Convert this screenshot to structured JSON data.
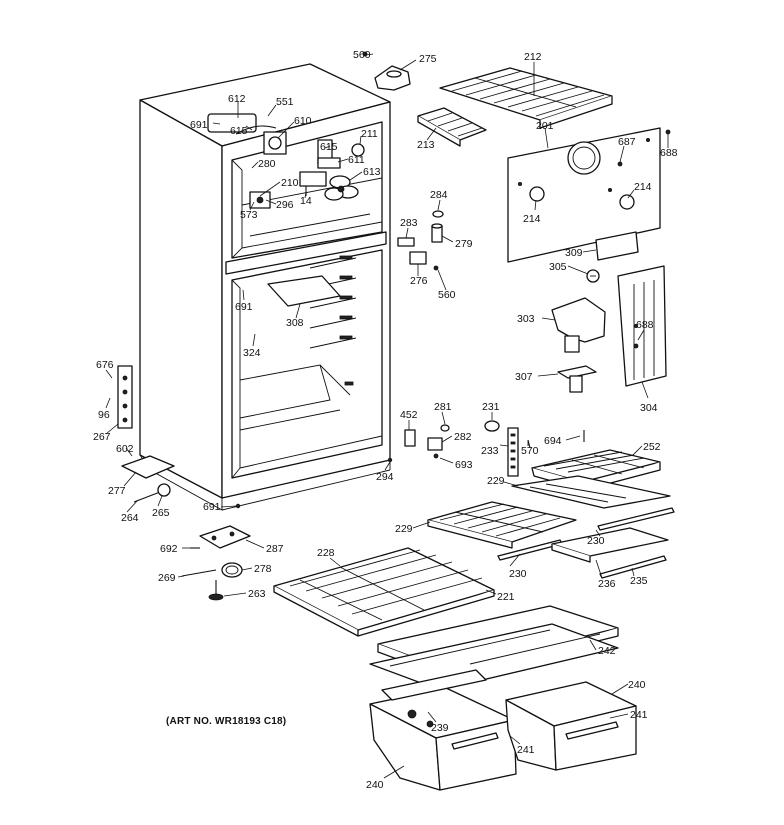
{
  "art_number": "(ART NO. WR18193 C18)",
  "callouts": [
    {
      "id": "c560a",
      "text": "560"
    },
    {
      "id": "c275",
      "text": "275"
    },
    {
      "id": "c212",
      "text": "212"
    },
    {
      "id": "c612",
      "text": "612"
    },
    {
      "id": "c691a",
      "text": "691"
    },
    {
      "id": "c615a",
      "text": "615"
    },
    {
      "id": "c551",
      "text": "551"
    },
    {
      "id": "c610",
      "text": "610"
    },
    {
      "id": "c213",
      "text": "213"
    },
    {
      "id": "c201",
      "text": "201"
    },
    {
      "id": "c211",
      "text": "211"
    },
    {
      "id": "c615b",
      "text": "615"
    },
    {
      "id": "c611",
      "text": "611"
    },
    {
      "id": "c687",
      "text": "687"
    },
    {
      "id": "c688a",
      "text": "688"
    },
    {
      "id": "c280",
      "text": "280"
    },
    {
      "id": "c613",
      "text": "613"
    },
    {
      "id": "c210",
      "text": "210"
    },
    {
      "id": "c284",
      "text": "284"
    },
    {
      "id": "c214a",
      "text": "214"
    },
    {
      "id": "c573",
      "text": "573"
    },
    {
      "id": "c296",
      "text": "296"
    },
    {
      "id": "c14",
      "text": "14"
    },
    {
      "id": "c214b",
      "text": "214"
    },
    {
      "id": "c283",
      "text": "283"
    },
    {
      "id": "c279",
      "text": "279"
    },
    {
      "id": "c309",
      "text": "309"
    },
    {
      "id": "c305",
      "text": "305"
    },
    {
      "id": "c276",
      "text": "276"
    },
    {
      "id": "c560b",
      "text": "560"
    },
    {
      "id": "c691b",
      "text": "691"
    },
    {
      "id": "c308",
      "text": "308"
    },
    {
      "id": "c303",
      "text": "303"
    },
    {
      "id": "c688b",
      "text": "688"
    },
    {
      "id": "c324",
      "text": "324"
    },
    {
      "id": "c676",
      "text": "676"
    },
    {
      "id": "c307",
      "text": "307"
    },
    {
      "id": "c304",
      "text": "304"
    },
    {
      "id": "c96",
      "text": "96"
    },
    {
      "id": "c281",
      "text": "281"
    },
    {
      "id": "c231",
      "text": "231"
    },
    {
      "id": "c452",
      "text": "452"
    },
    {
      "id": "c267",
      "text": "267"
    },
    {
      "id": "c282",
      "text": "282"
    },
    {
      "id": "c233",
      "text": "233"
    },
    {
      "id": "c570",
      "text": "570"
    },
    {
      "id": "c694",
      "text": "694"
    },
    {
      "id": "c252",
      "text": "252"
    },
    {
      "id": "c602",
      "text": "602"
    },
    {
      "id": "c693",
      "text": "693"
    },
    {
      "id": "c294",
      "text": "294"
    },
    {
      "id": "c277",
      "text": "277"
    },
    {
      "id": "c229a",
      "text": "229"
    },
    {
      "id": "c691c",
      "text": "691"
    },
    {
      "id": "c264",
      "text": "264"
    },
    {
      "id": "c265",
      "text": "265"
    },
    {
      "id": "c229b",
      "text": "229"
    },
    {
      "id": "c230a",
      "text": "230"
    },
    {
      "id": "c692",
      "text": "692"
    },
    {
      "id": "c287",
      "text": "287"
    },
    {
      "id": "c228",
      "text": "228"
    },
    {
      "id": "c230b",
      "text": "230"
    },
    {
      "id": "c236",
      "text": "236"
    },
    {
      "id": "c235",
      "text": "235"
    },
    {
      "id": "c278",
      "text": "278"
    },
    {
      "id": "c269",
      "text": "269"
    },
    {
      "id": "c221",
      "text": "221"
    },
    {
      "id": "c263",
      "text": "263"
    },
    {
      "id": "c242",
      "text": "242"
    },
    {
      "id": "c240a",
      "text": "240"
    },
    {
      "id": "c241a",
      "text": "241"
    },
    {
      "id": "c239",
      "text": "239"
    },
    {
      "id": "c241b",
      "text": "241"
    },
    {
      "id": "c240b",
      "text": "240"
    }
  ]
}
